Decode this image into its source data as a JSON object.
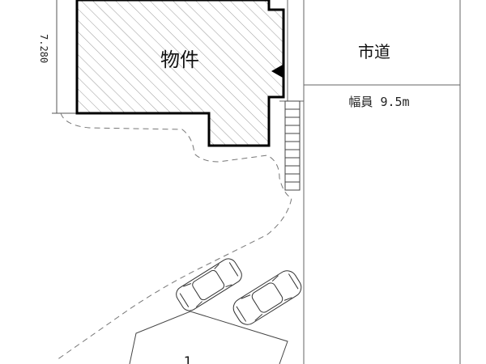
{
  "plan": {
    "building_label": "物件",
    "dimension_label": "7.280",
    "road_label": "市道",
    "road_width_label": "幅員 9.5m",
    "partial_label": "1"
  },
  "colors": {
    "line": "#000000",
    "hatch": "#9a9a9a",
    "thin": "#555555"
  },
  "icons": [
    "north-arrow-icon",
    "car-icon"
  ]
}
